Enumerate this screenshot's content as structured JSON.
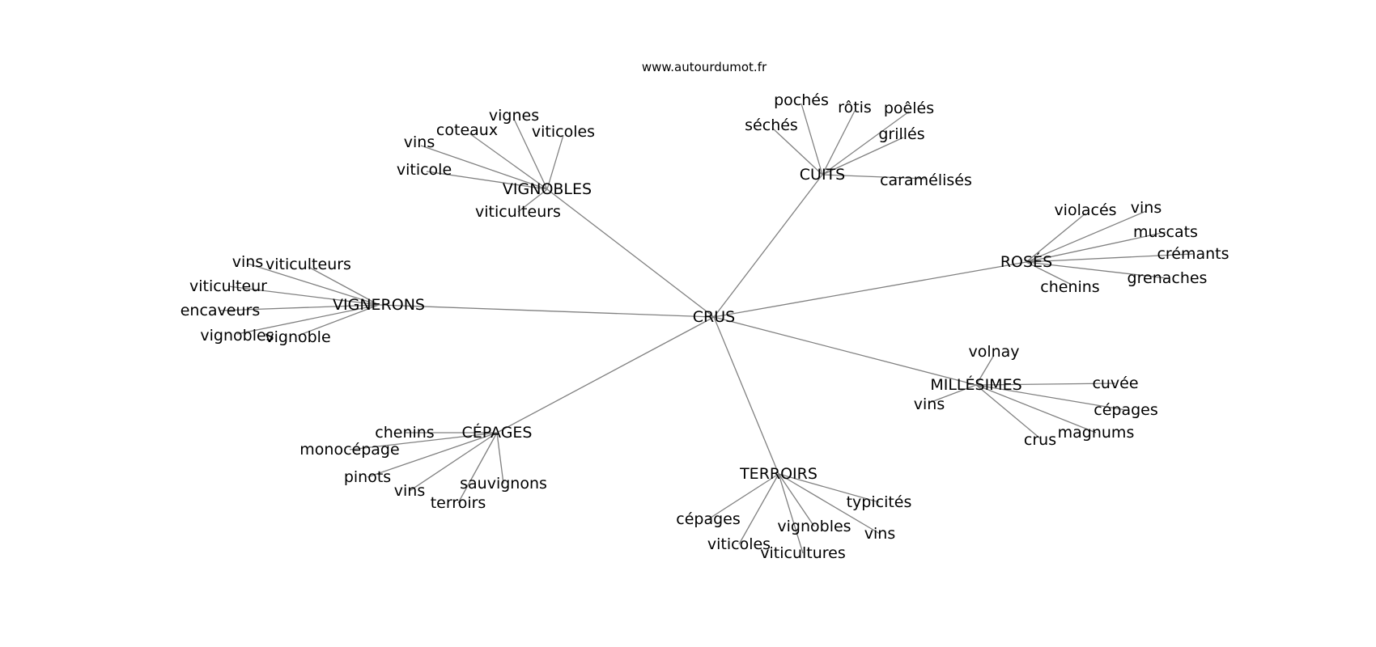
{
  "site": "www.autourdumot.fr",
  "colors": {
    "edge": "#808080",
    "text": "#000000",
    "background": "#ffffff"
  },
  "graph": {
    "root": "CRUS",
    "groups": [
      {
        "label": "VIGNOBLES",
        "words": [
          "vignes",
          "viticoles",
          "coteaux",
          "vins",
          "viticole",
          "viticulteurs"
        ]
      },
      {
        "label": "CUITS",
        "words": [
          "pochés",
          "rôtis",
          "poêlés",
          "séchés",
          "grillés",
          "caramélisés"
        ]
      },
      {
        "label": "ROSÉS",
        "words": [
          "violacés",
          "vins",
          "muscats",
          "crémants",
          "grenaches",
          "chenins"
        ]
      },
      {
        "label": "VIGNERONS",
        "words": [
          "vins",
          "viticulteurs",
          "viticulteur",
          "encaveurs",
          "vignobles",
          "vignoble"
        ]
      },
      {
        "label": "MILLÉSIMES",
        "words": [
          "volnay",
          "cuvée",
          "vins",
          "cépages",
          "magnums",
          "crus"
        ]
      },
      {
        "label": "CÉPAGES",
        "words": [
          "chenins",
          "monocépage",
          "pinots",
          "vins",
          "sauvignons",
          "terroirs"
        ]
      },
      {
        "label": "TERROIRS",
        "words": [
          "typicités",
          "cépages",
          "vignobles",
          "vins",
          "viticoles",
          "viticultures"
        ]
      }
    ]
  }
}
